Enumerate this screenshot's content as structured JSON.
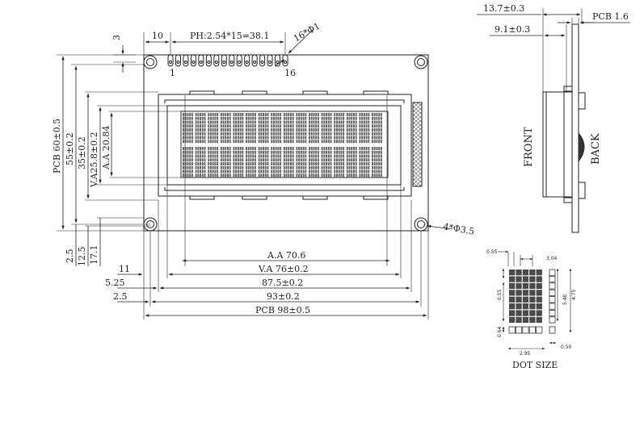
{
  "main_view": {
    "top_dims": {
      "margin_top": "3",
      "pin_offset": "10",
      "pin_pitch": "PH:2.54*15=38.1",
      "pin_holes": "16*Φ1",
      "pin_first": "1",
      "pin_last": "16"
    },
    "left_dims": {
      "pcb_height": "PCB 60±0.5",
      "bezel_height": "55±0.2",
      "outline_height": "35±0.2",
      "va_height": "V.A25.8±0.2",
      "aa_height": "A.A 20.84",
      "bottom_margin_1": "2.5",
      "bottom_margin_2": "12.5",
      "bottom_margin_3": "17.1"
    },
    "bottom_dims": {
      "aa_width": "A.A 70.6",
      "va_width": "V.A 76±0.2",
      "bezel_width": "87.5±0.2",
      "hole_pitch": "93±0.2",
      "pcb_width": "PCB 98±0.5",
      "offset_va": "11",
      "offset_bezel": "5.25",
      "offset_hole": "2.5"
    },
    "mount_holes": "4*Φ3.5"
  },
  "side_view": {
    "total_thickness": "13.7±0.3",
    "module_thickness": "9.1±0.3",
    "pcb_thickness": "PCB 1.6",
    "front_label": "FRONT",
    "back_label": "BACK"
  },
  "dot_view": {
    "title": "DOT SIZE",
    "dot_w": "0.55",
    "dot_pitch_x": "3.04",
    "dot_h": "0.55",
    "char_h": "5.40",
    "dot_pitch_y": "4.75",
    "cursor_gap": "0.64",
    "char_w": "2.95",
    "cursor_w": "0.50"
  },
  "lcd": {
    "columns": 16,
    "rows": 2,
    "dot_cols": 5,
    "dot_rows": 8
  }
}
